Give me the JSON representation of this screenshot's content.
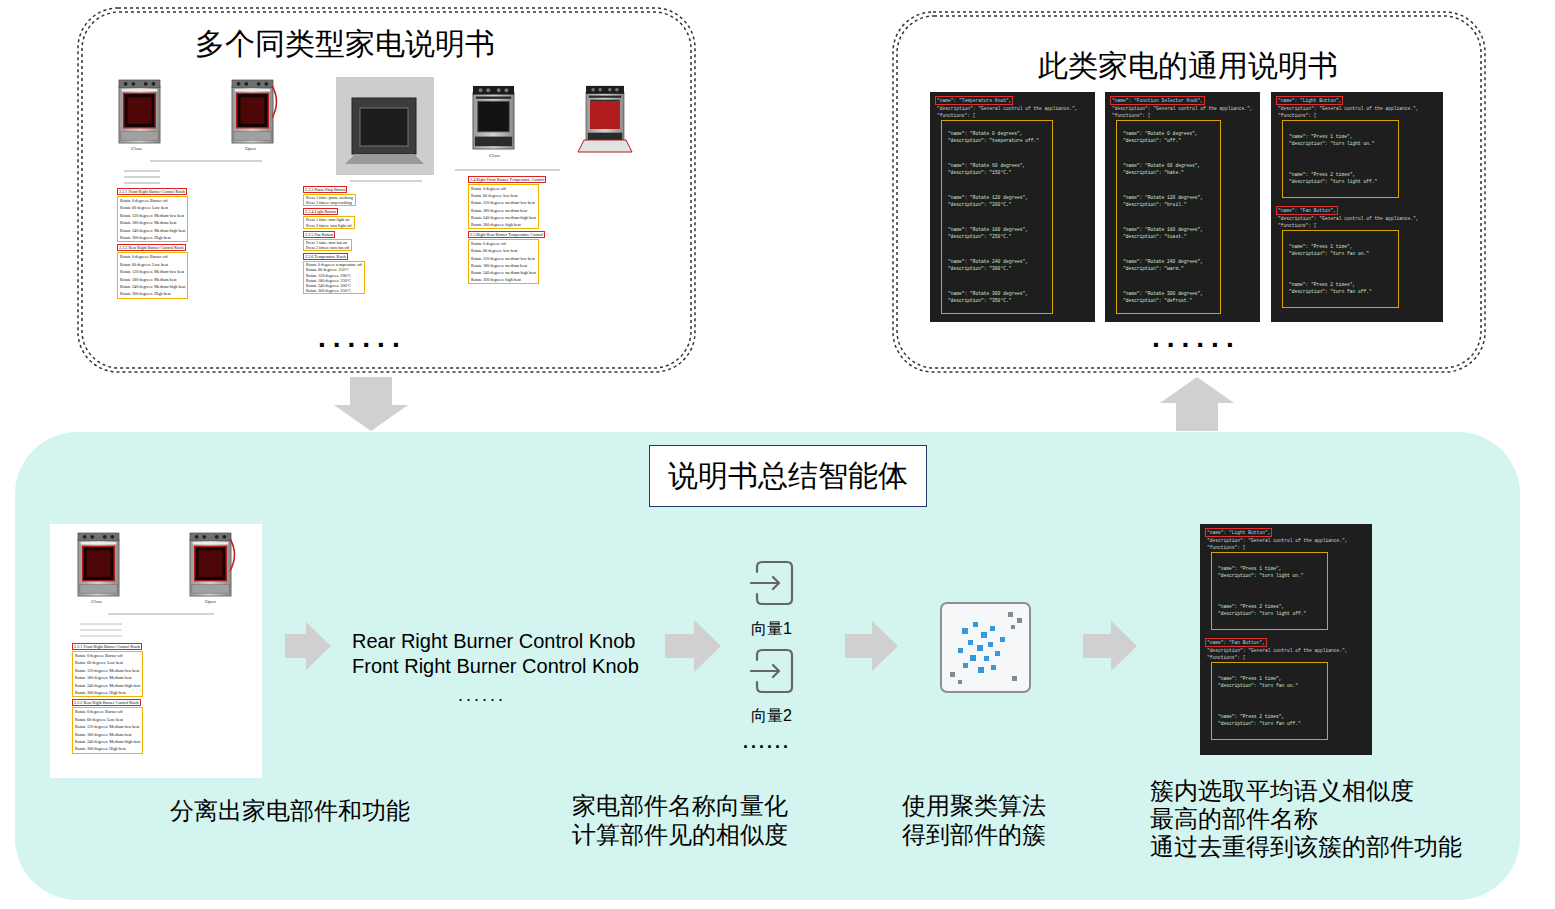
{
  "diagram": {
    "nodes": [
      {
        "text": [
          "多个同类型家电说明书"
        ]
      },
      {
        "text": [
          "此类家电的通用说明书"
        ]
      },
      {
        "text": [
          "说明书总结智能体"
        ]
      }
    ],
    "edges": [
      {
        "from": 0,
        "to": 2,
        "arrow": "to"
      },
      {
        "from": 2,
        "to": 1,
        "arrow": "to"
      }
    ],
    "labels": [
      "Close",
      "Open",
      "2.2.1 Front Right Burner Control Knob",
      "Rotate 0 degrees: Burner off",
      "Rotate 60 degrees: Low heat",
      "Rotate 120 degrees: Medium-low heat",
      "Rotate 180 degrees: Medium heat",
      "Rotate 240 degrees: Medium-high heat",
      "Rotate 300 degrees: High heat",
      "2.2.2 Rear Right Burner Control Knob",
      "Rotate 0 degrees: Burner off",
      "Rotate 60 degrees: Low heat",
      "Rotate 120 degrees: Medium-low heat",
      "Rotate 180 degrees: Medium heat",
      "Rotate 240 degrees: Medium-high heat",
      "Rotate 300 degrees: High heat",
      "2.2.3 Pause/Stop Button",
      "Press 1 time: pause cooking",
      "Press 2 times: stop cooking",
      "2.2.4 Light Button",
      "Press 1 time: turn light on",
      "Press 2 times: turn light off",
      "2.2.5 Fan Button",
      "Press 1 time: turn fan on",
      "Press 2 times: turn fan off",
      "2.2.6 Temperature Knob",
      "Rotate 0 degrees: temperature off",
      "Rotate 60 degrees: 150°C",
      "Rotate 120 degrees: 200°C",
      "Rotate 180 degrees: 250°C",
      "Rotate 240 degrees: 300°C",
      "Rotate 300 degrees: 350°C",
      "Close",
      "2.4 Right Front Burner Temperature Control",
      "Rotate 0 degrees: off",
      "Rotate 60 degrees: low heat",
      "Rotate 120 degrees: medium-low heat",
      "Rotate 180 degrees: medium heat",
      "Rotate 240 degrees: medium-high heat",
      "Rotate 300 degrees: high heat",
      "2.5 Right Rear Burner Temperature Control",
      "Rotate 0 degrees: off",
      "Rotate 60 degrees: low heat",
      "Rotate 120 degrees: medium-low heat",
      "Rotate 180 degrees: medium heat",
      "Rotate 240 degrees: medium-high heat",
      "Rotate 300 degrees: high heat",
      "......",
      "\"name\": \"Temperature Knob\",",
      "\"description\": \"General control of the appliance.\",",
      "\"functions\": [",
      "\"name\": \"Rotate 0 degrees\",",
      "\"description\": \"temperature off.\"",
      "\"name\": \"Rotate 60 degrees\",",
      "\"description\": \"150°C.\"",
      "\"name\": \"Rotate 120 degrees\",",
      "\"description\": \"200°C.\"",
      "\"name\": \"Rotate 180 degrees\",",
      "\"description\": \"250°C.\"",
      "\"name\": \"Rotate 240 degrees\",",
      "\"description\": \"300°C.\"",
      "\"name\": \"Rotate 300 degrees\",",
      "\"description\": \"350°C.\"",
      "\"name\": \"Function Selector Knob\",",
      "\"description\": \"General control of the appliance.\",",
      "\"functions\": [",
      "\"name\": \"Rotate 0 degrees\",",
      "\"description\": \"off.\"",
      "\"name\": \"Rotate 60 degrees\",",
      "\"description\": \"bake.\"",
      "\"name\": \"Rotate 120 degrees\",",
      "\"description\": \"broil.\"",
      "\"name\": \"Rotate 180 degrees\",",
      "\"description\": \"toast.\"",
      "\"name\": \"Rotate 240 degrees\",",
      "\"description\": \"warm.\"",
      "\"name\": \"Rotate 300 degrees\",",
      "\"description\": \"defrost.\"",
      "\"name\": \"Light Button\",",
      "\"description\": \"General control of the appliance.\",",
      "\"functions\": [",
      "\"name\": \"Press 1 time\",",
      "\"description\": \"turn light on.\"",
      "\"name\": \"Press 2 times\",",
      "\"description\": \"turn light off.\"",
      "\"name\": \"Fan Button\",",
      "\"description\": \"General control of the appliance.\",",
      "\"functions\": [",
      "\"name\": \"Press 1 time\",",
      "\"description\": \"turn fan on.\"",
      "\"name\": \"Press 2 times\",",
      "\"description\": \"turn fan off.\"",
      "......",
      "Close",
      "Open",
      "2.2.1 Front Right Burner Control Knob",
      "Rotate 0 degrees: Burner off",
      "Rotate 60 degrees: Low heat",
      "Rotate 120 degrees: Medium-low heat",
      "Rotate 180 degrees: Medium heat",
      "Rotate 240 degrees: Medium-high heat",
      "Rotate 300 degrees: High heat",
      "2.2.2 Rear Right Burner Control Knob",
      "Rotate 0 degrees: Burner off",
      "Rotate 60 degrees: Low heat",
      "Rotate 120 degrees: Medium-low heat",
      "Rotate 180 degrees: Medium heat",
      "Rotate 240 degrees: Medium-high heat",
      "Rotate 300 degrees: High heat",
      "Rear Right Burner Control Knob",
      "Front Right Burner Control Knob",
      "......",
      "向量1",
      "向量2",
      "......",
      "\"name\": \"Light Button\",",
      "\"description\": \"General control of the appliance.\",",
      "\"functions\": [",
      "\"name\": \"Press 1 time\",",
      "\"description\": \"turn light on.\"",
      "\"name\": \"Press 2 times\",",
      "\"description\": \"turn light off.\"",
      "\"name\": \"Fan Button\",",
      "\"description\": \"General control of the appliance.\",",
      "\"functions\": [",
      "\"name\": \"Press 1 time\",",
      "\"description\": \"turn fan on.\"",
      "\"name\": \"Press 2 times\",",
      "\"description\": \"turn fan off.\"",
      "分离出家电部件和功能",
      "家电部件名称向量化 计算部件见的相似度",
      "使用聚类算法 得到部件的簇",
      "簇内选取平均语义相似度 最高的部件名称 通过去重得到该簇的部件功能"
    ]
  }
}
